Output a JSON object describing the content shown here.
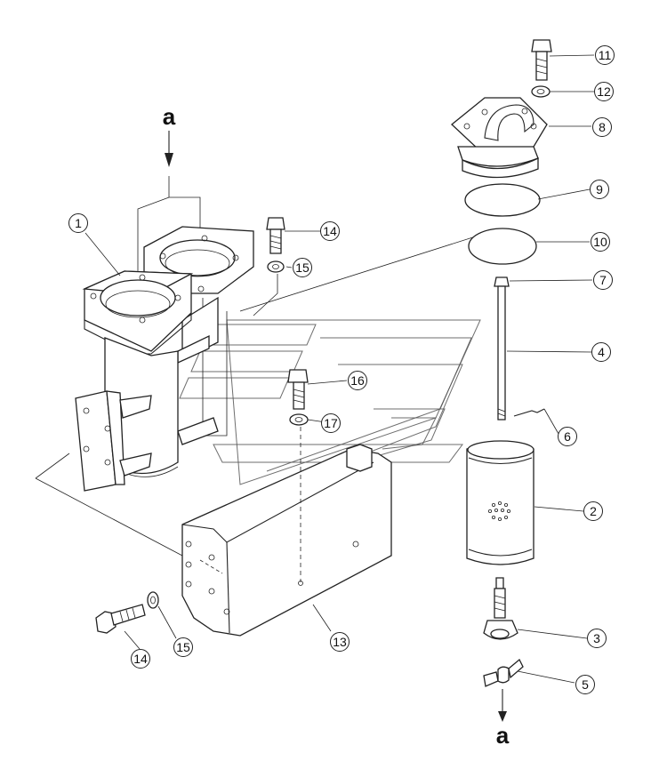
{
  "diagram": {
    "arrow_labels": {
      "top": "a",
      "bottom": "a"
    },
    "callouts": [
      {
        "id": "c1",
        "label": "1"
      },
      {
        "id": "c2",
        "label": "2"
      },
      {
        "id": "c3",
        "label": "3"
      },
      {
        "id": "c4",
        "label": "4"
      },
      {
        "id": "c5",
        "label": "5"
      },
      {
        "id": "c6",
        "label": "6"
      },
      {
        "id": "c7",
        "label": "7"
      },
      {
        "id": "c8",
        "label": "8"
      },
      {
        "id": "c9",
        "label": "9"
      },
      {
        "id": "c10",
        "label": "10"
      },
      {
        "id": "c11",
        "label": "11"
      },
      {
        "id": "c12",
        "label": "12"
      },
      {
        "id": "c13",
        "label": "13"
      },
      {
        "id": "c14a",
        "label": "14"
      },
      {
        "id": "c14b",
        "label": "14"
      },
      {
        "id": "c15a",
        "label": "15"
      },
      {
        "id": "c15b",
        "label": "15"
      },
      {
        "id": "c16",
        "label": "16"
      },
      {
        "id": "c17",
        "label": "17"
      }
    ]
  }
}
